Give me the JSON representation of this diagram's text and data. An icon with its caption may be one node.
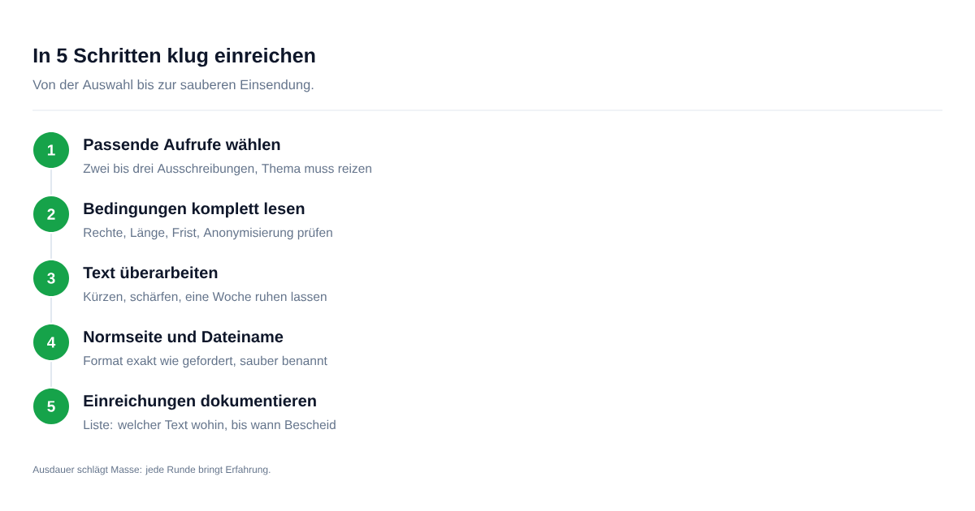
{
  "diagram": {
    "title": "In 5 Schritten klug einreichen",
    "caption": "Ausdauer schlägt Masse: jede Runde bringt Erfahrung.",
    "labels": [
      "Von der Auswahl bis zur sauberen Einsendung."
    ],
    "nodes": [
      {
        "text": [
          "1"
        ],
        "beside": [
          "Passende Aufrufe wählen",
          "Zwei bis drei Ausschreibungen, Thema muss reizen"
        ]
      },
      {
        "text": [
          "2"
        ],
        "beside": [
          "Bedingungen komplett lesen",
          "Rechte, Länge, Frist, Anonymisierung prüfen"
        ]
      },
      {
        "text": [
          "3"
        ],
        "beside": [
          "Text überarbeiten",
          "Kürzen, schärfen, eine Woche ruhen lassen"
        ]
      },
      {
        "text": [
          "4"
        ],
        "beside": [
          "Normseite und Dateiname",
          "Format exakt wie gefordert, sauber benannt"
        ]
      },
      {
        "text": [
          "5"
        ],
        "beside": [
          "Einreichungen dokumentieren",
          "Liste: welcher Text wohin, bis wann Bescheid"
        ]
      }
    ],
    "edges": [
      {
        "from": 0,
        "to": 1,
        "arrow": "none"
      },
      {
        "from": 1,
        "to": 2,
        "arrow": "none"
      },
      {
        "from": 2,
        "to": 3,
        "arrow": "none"
      },
      {
        "from": 3,
        "to": 4,
        "arrow": "none"
      }
    ]
  }
}
